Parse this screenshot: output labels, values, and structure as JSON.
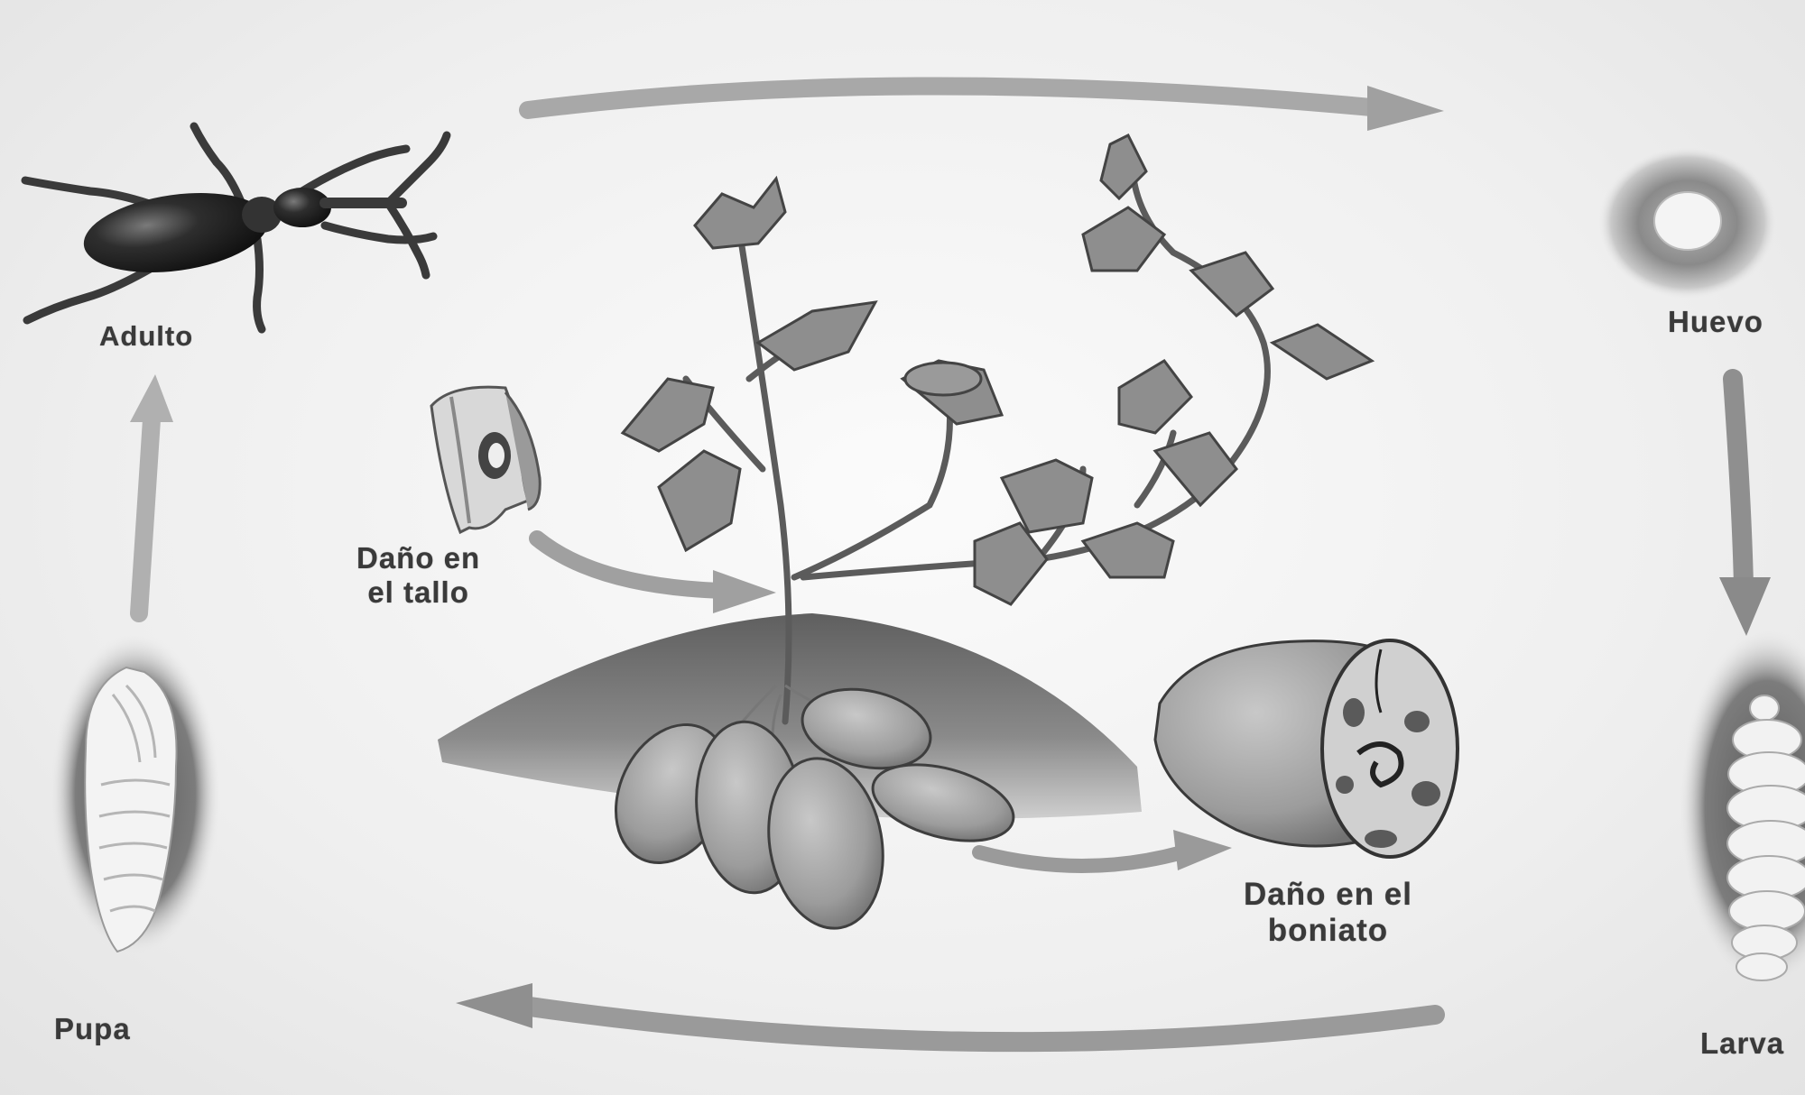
{
  "stages": {
    "adult": "Adulto",
    "egg": "Huevo",
    "larva": "Larva",
    "pupa": "Pupa"
  },
  "damage": {
    "stem_line1": "Daño en",
    "stem_line2": "el tallo",
    "tuber_line1": "Daño en el",
    "tuber_line2": "boniato"
  },
  "colors": {
    "arrow": "#a8a8a8",
    "arrow_dark": "#8f8f8f",
    "soil": "#6e6e6e",
    "tuber": "#a9a9a9",
    "leaf": "#9a9a9a",
    "insect": "#2a2a2a"
  },
  "icons": [
    "weevil-adult-icon",
    "egg-icon",
    "larva-icon",
    "pupa-icon",
    "stem-damage-icon",
    "tuber-damage-icon",
    "sweet-potato-plant-icon"
  ]
}
